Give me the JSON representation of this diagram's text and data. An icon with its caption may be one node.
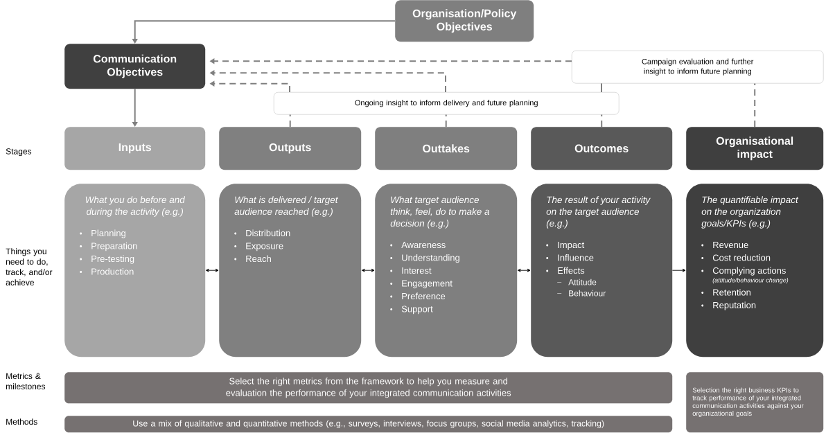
{
  "diagram": {
    "nodes": [
      {
        "text": [
          "Organisation/Policy Objectives"
        ]
      },
      {
        "text": [
          "Communication Objectives"
        ]
      },
      {
        "text": [
          "Campaign evaluation and further insight to inform future planning"
        ]
      },
      {
        "text": [
          "Ongoing insight to inform delivery and future planning"
        ]
      },
      {
        "text": [
          "Inputs"
        ]
      },
      {
        "text": [
          "Outputs"
        ]
      },
      {
        "text": [
          "Outtakes"
        ]
      },
      {
        "text": [
          "Outcomes"
        ]
      },
      {
        "text": [
          "Organisational impact"
        ]
      },
      {
        "text": [
          "What you do before and during the activity (e.g.)",
          "Planning",
          "Preparation",
          "Pre-testing",
          "Production"
        ]
      },
      {
        "text": [
          "What is delivered / target audience reached (e.g.)",
          "Distribution",
          "Exposure",
          "Reach"
        ]
      },
      {
        "text": [
          "What target audience think, feel, do to make a decision (e.g.)",
          "Awareness",
          "Understanding",
          "Interest",
          "Engagement",
          "Preference",
          "Support"
        ]
      },
      {
        "text": [
          "The result of your activity on the target audience (e.g.)",
          "Impact",
          "Influence",
          "Effects",
          "Attitude",
          "Behaviour"
        ]
      },
      {
        "text": [
          "The quantifiable impact on the organization goals/KPIs (e.g.)",
          "Revenue",
          "Cost reduction",
          "Complying actions",
          "(attitude/behaviour change)",
          "Retention",
          "Reputation"
        ]
      },
      {
        "text": [
          "Select the right metrics from the framework to help you measure and evaluation the performance of your integrated communication activities"
        ]
      },
      {
        "text": [
          "Use a mix of qualitative and quantitative methods (e.g., surveys, interviews, focus groups, social media analytics, tracking)"
        ]
      },
      {
        "text": [
          "Selection the right business KPIs to track performance of your integrated communication activities against your organizational goals"
        ]
      }
    ],
    "edges": [
      {
        "from": 0,
        "to": 1,
        "arrow": "to"
      },
      {
        "from": 1,
        "to": 4,
        "arrow": "to"
      },
      {
        "from": 2,
        "to": 1,
        "arrow": "to",
        "style": "dashed"
      },
      {
        "from": 3,
        "to": 1,
        "arrow": "to",
        "style": "dashed"
      },
      {
        "from": 3,
        "to": 1,
        "arrow": "to",
        "style": "dashed"
      },
      {
        "from": 5,
        "to": 3,
        "arrow": "none",
        "style": "dashed"
      },
      {
        "from": 6,
        "to": 3,
        "arrow": "none",
        "style": "dashed"
      },
      {
        "from": 7,
        "to": 3,
        "arrow": "none",
        "style": "dashed"
      },
      {
        "from": 3,
        "to": 2,
        "arrow": "none"
      },
      {
        "from": 8,
        "to": 2,
        "arrow": "none",
        "style": "dashed"
      },
      {
        "from": 9,
        "to": 10,
        "arrow": "both",
        "color": "#000000"
      },
      {
        "from": 10,
        "to": 11,
        "arrow": "both",
        "color": "#000000"
      },
      {
        "from": 11,
        "to": 12,
        "arrow": "both",
        "color": "#000000"
      },
      {
        "from": 12,
        "to": 13,
        "arrow": "to",
        "color": "#000000"
      }
    ],
    "labels": [
      "Stages",
      "Things you need to do, track, and/or achieve",
      "Metrics & milestones",
      "Methods"
    ]
  }
}
